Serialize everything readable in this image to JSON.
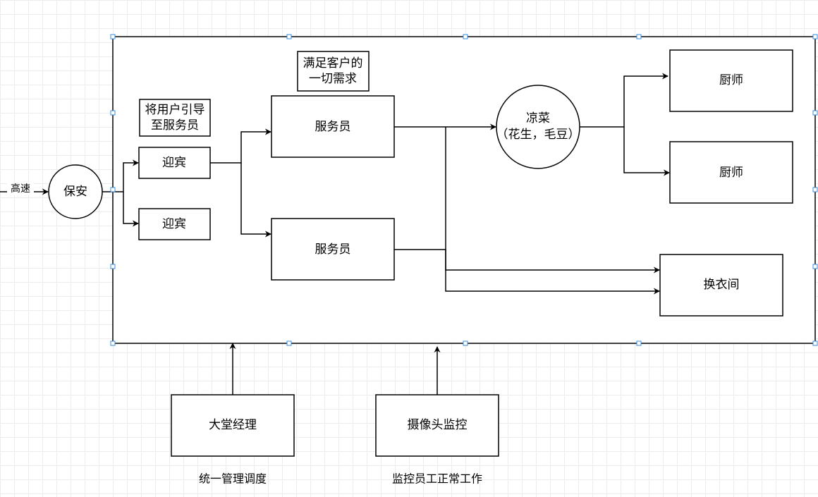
{
  "nodes": {
    "highway": "高速",
    "security": "保安",
    "greeter_top": "迎宾",
    "greeter_bottom": "迎宾",
    "note_guide": [
      "将用户引导",
      "至服务员"
    ],
    "note_satisfy": [
      "满足客户的",
      "一切需求"
    ],
    "waiter_top": "服务员",
    "waiter_bottom": "服务员",
    "cold_dish": [
      "凉菜",
      "（花生，毛豆）"
    ],
    "chef_top": "厨师",
    "chef_bottom": "厨师",
    "changing_room": "换衣间",
    "lobby_manager": "大堂经理",
    "camera": "摄像头监控",
    "caption_manager": "统一管理调度",
    "caption_camera": "监控员工正常工作"
  }
}
